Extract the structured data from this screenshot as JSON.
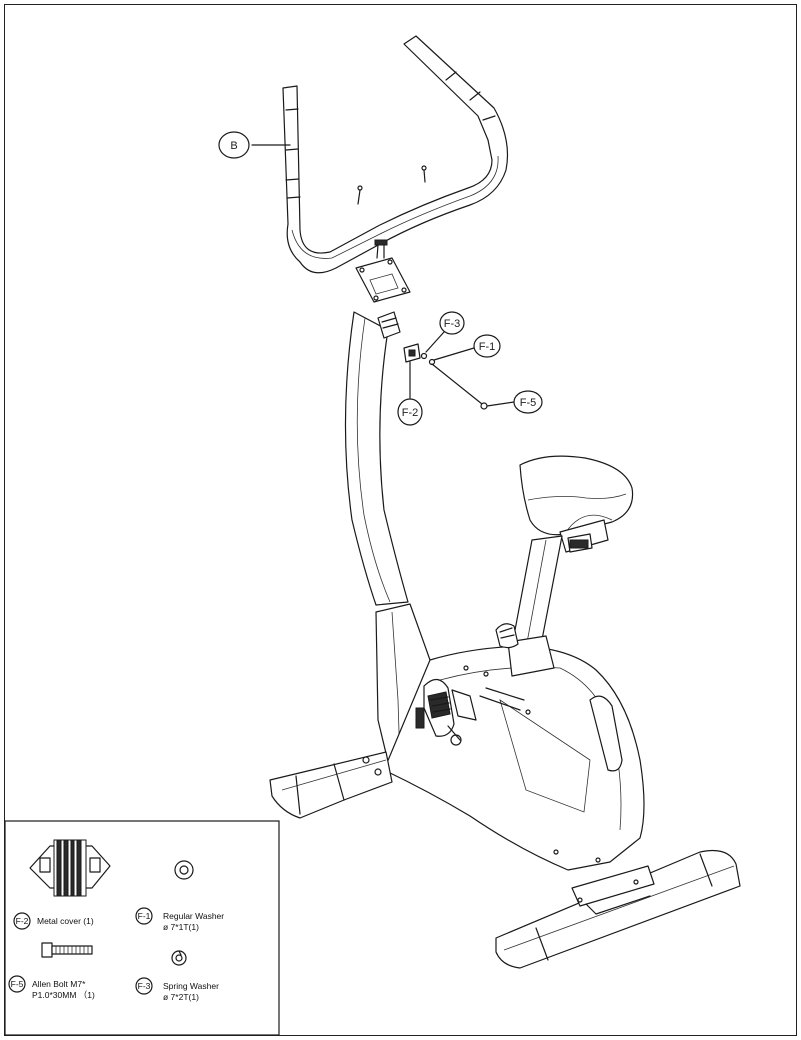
{
  "callouts": [
    {
      "id": "handlebar",
      "label": "B"
    },
    {
      "id": "spring-washer",
      "label": "F-3"
    },
    {
      "id": "regular-washer",
      "label": "F-1"
    },
    {
      "id": "metal-cover",
      "label": "F-2"
    },
    {
      "id": "allen-bolt",
      "label": "F-5"
    }
  ],
  "parts_list": {
    "items": [
      {
        "code": "F-2",
        "name_line1": "Metal cover (1)",
        "name_line2": ""
      },
      {
        "code": "F-1",
        "name_line1": "Regular Washer",
        "name_line2": "ø 7*1T(1)"
      },
      {
        "code": "F-5",
        "name_line1": "Allen Bolt M7*",
        "name_line2": "P1.0*30MM （1)"
      },
      {
        "code": "F-3",
        "name_line1": "Spring Washer",
        "name_line2": "ø 7*2T(1)"
      }
    ]
  }
}
